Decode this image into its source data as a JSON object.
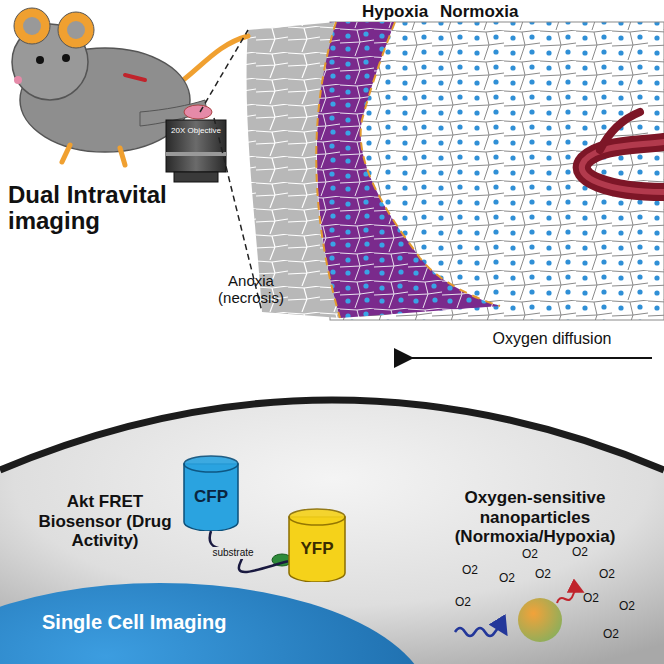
{
  "diagram": {
    "nodes": [
      {
        "text": [
          "CFP"
        ]
      },
      {
        "text": [
          "YFP"
        ]
      },
      {
        "text": [
          "Single Cell Imaging"
        ]
      }
    ],
    "edges": [
      {
        "from": 0,
        "to": 1,
        "arrow": "none",
        "label": "substrate"
      }
    ],
    "labels": [
      "Hypoxia",
      "Normoxia",
      "Dual Intravital imaging",
      "Anoxia (necrosis)",
      "Oxygen diffusion",
      "20X Objective",
      "Akt FRET Biosensor (Drug Activity)",
      "Oxygen-sensitive nanoparticles (Normoxia/Hypoxia)",
      "O2",
      "O2",
      "O2",
      "O2",
      "O2",
      "O2",
      "O2",
      "O2",
      "O2",
      "O2"
    ]
  }
}
